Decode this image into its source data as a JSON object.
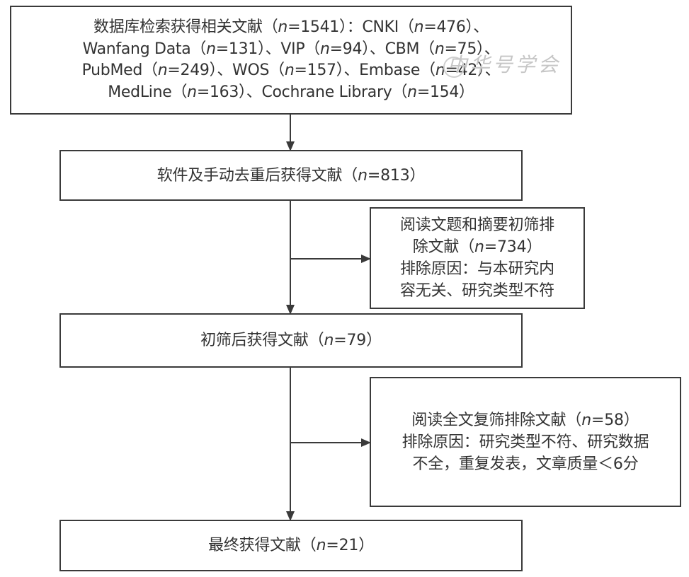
{
  "boxes": {
    "search": [
      "数据库检索获得相关文献（n=1541）：CNKI（n=476）、",
      "Wanfang Data（n=131）、VIP（n=94）、CBM（n=75）、",
      "PubMed（n=249）、WOS（n=157）、Embase（n=42）、",
      "MedLine（n=163）、Cochrane Library（n=154）"
    ],
    "dedup": "软件及手动去重后获得文献（n=813）",
    "exclude1": [
      "阅读文题和摘要初筛排",
      "除文献（n=734）",
      "排除原因：与本研究内",
      "容无关、研究类型不符"
    ],
    "screened": "初筛后获得文献（n=79）",
    "exclude2": [
      "阅读全文复筛排除文献（n=58）",
      "排除原因：研究类型不符、研究数据",
      "不全，重复发表，文章质量＜6分"
    ],
    "final": "最终获得文献（n=21）"
  },
  "watermark": "中华号学会",
  "colors": {
    "stroke": "#3a3a3a",
    "text": "#333333",
    "watermark": "#c6c6c6"
  }
}
